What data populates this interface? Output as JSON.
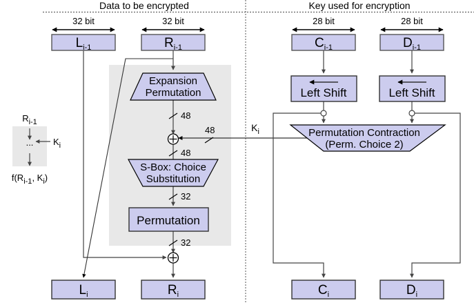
{
  "figure": {
    "headers": {
      "left": "Data to be encrypted",
      "right": "Key used for encryption"
    },
    "dimensions": {
      "left_half_1": "32 bit",
      "left_half_2": "32 bit",
      "right_half_1": "28 bit",
      "right_half_2": "28 bit"
    },
    "colors": {
      "block_fill": "#ccccee",
      "block_stroke": "#333333",
      "shaded_region": "#e8e8e8",
      "line": "#000000",
      "divider": "#666666"
    },
    "input_blocks": [
      {
        "id": "L-prev",
        "base": "L",
        "subscript": "i-1"
      },
      {
        "id": "R-prev",
        "base": "R",
        "subscript": "i-1"
      },
      {
        "id": "C-prev",
        "base": "C",
        "subscript": "i-1"
      },
      {
        "id": "D-prev",
        "base": "D",
        "subscript": "i-1"
      }
    ],
    "output_blocks": [
      {
        "id": "L-next",
        "base": "L",
        "subscript": "i"
      },
      {
        "id": "R-next",
        "base": "R",
        "subscript": "i"
      },
      {
        "id": "C-next",
        "base": "C",
        "subscript": "i"
      },
      {
        "id": "D-next",
        "base": "D",
        "subscript": "i"
      }
    ],
    "stages": {
      "expansion_permutation_line1": "Expansion",
      "expansion_permutation_line2": "Permutation",
      "sbox_line1": "S-Box: Choice",
      "sbox_line2": "Substitution",
      "permutation": "Permutation",
      "left_shift_1": "Left Shift",
      "left_shift_2": "Left Shift",
      "perm_contraction_line1": "Permutation Contraction",
      "perm_contraction_line2": "(Perm. Choice 2)"
    },
    "bit_labels": {
      "after_expansion": "48",
      "key_into_xor": "48",
      "after_xor": "48",
      "after_sbox": "32",
      "after_permutation": "32"
    },
    "key_label": {
      "base": "K",
      "subscript": "i"
    },
    "legend": {
      "input": {
        "base": "R",
        "subscript": "i-1"
      },
      "ellipsis": "...",
      "key": {
        "base": "K",
        "subscript": "i"
      },
      "output_prefix": "f(R",
      "output_sub1": "i-1",
      "output_mid": ", K",
      "output_sub2": "i",
      "output_suffix": ")"
    }
  }
}
